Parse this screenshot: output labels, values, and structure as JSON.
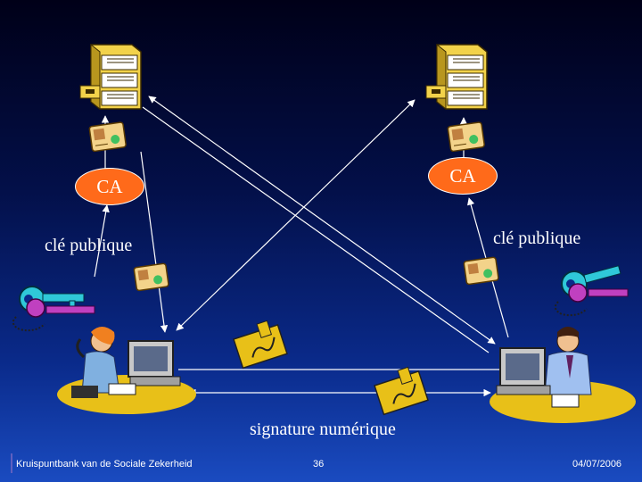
{
  "diagram": {
    "ca_left": "CA",
    "ca_right": "CA",
    "cle_left": "clé publique",
    "cle_right": "clé publique",
    "signature": "signature numérique"
  },
  "footer": {
    "organization": "Kruispuntbank van de Sociale Zekerheid",
    "page": "36",
    "date": "04/07/2006"
  },
  "colors": {
    "ca_fill": "#ff6a1a",
    "arrow": "#ffffff",
    "cabinet": "#f2d24a",
    "key_cyan": "#2fc8d8",
    "key_purple": "#c040c0"
  }
}
